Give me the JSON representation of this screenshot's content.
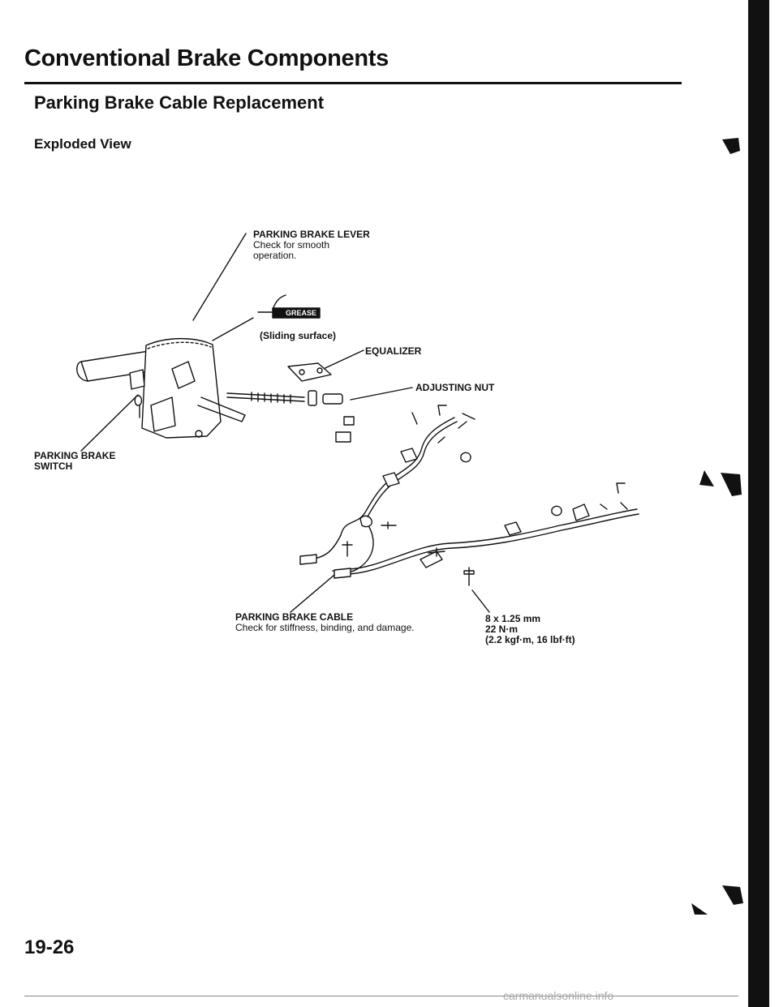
{
  "header": {
    "title": "Conventional Brake Components",
    "section": "Parking Brake Cable Replacement",
    "subtitle": "Exploded View"
  },
  "labels": {
    "lever_name": "PARKING BRAKE LEVER",
    "lever_note_1": "Check for smooth",
    "lever_note_2": "operation.",
    "grease_badge": "GREASE",
    "sliding_surface": "(Sliding surface)",
    "equalizer": "EQUALIZER",
    "adjusting_nut": "ADJUSTING NUT",
    "switch_line_1": "PARKING BRAKE",
    "switch_line_2": "SWITCH",
    "cable_name": "PARKING BRAKE CABLE",
    "cable_note": "Check for stiffness, binding, and damage.",
    "torque_size": "8 x 1.25 mm",
    "torque_nm": "22 N·m",
    "torque_alt": "(2.2 kgf·m, 16 lbf·ft)"
  },
  "footer": {
    "page_number": "19-26",
    "watermark": "carmanualsonline.info"
  }
}
